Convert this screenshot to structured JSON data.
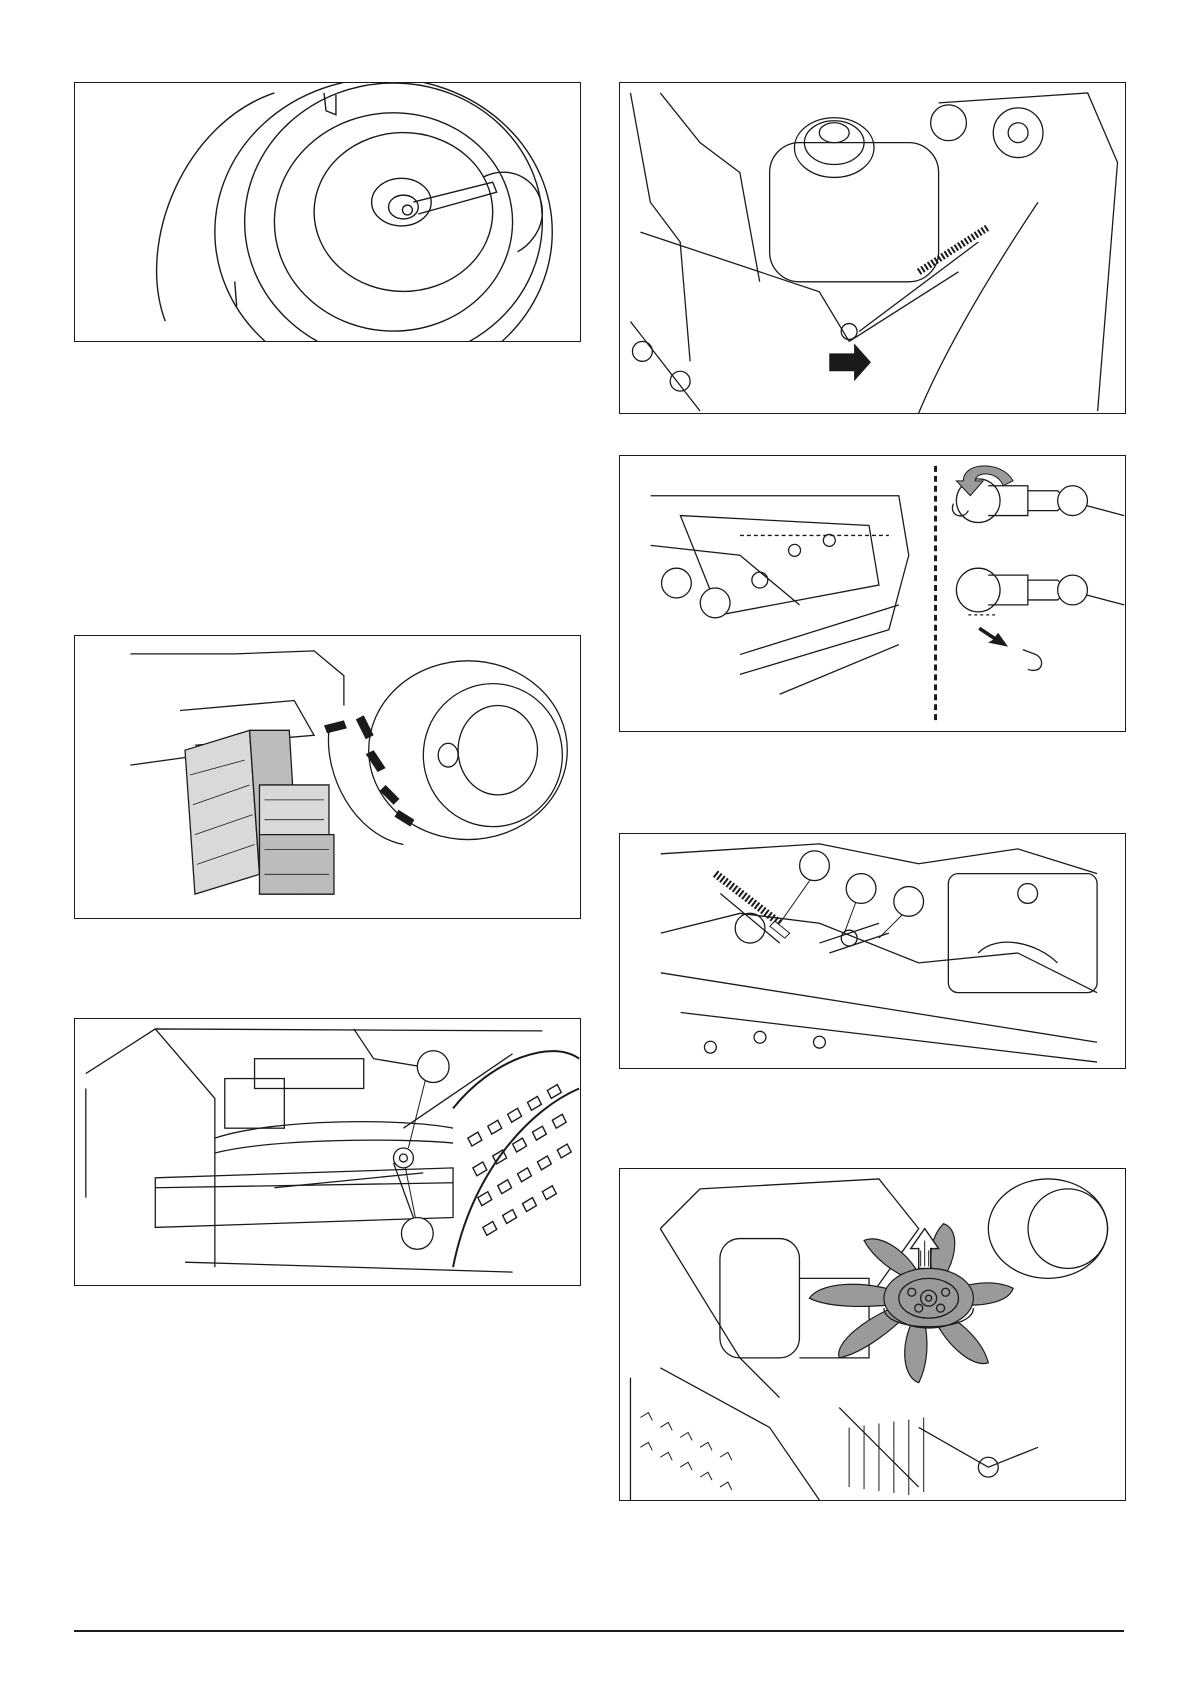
{
  "page": {
    "figures": [
      {
        "id": "fig-wheel-hub",
        "callouts": []
      },
      {
        "id": "fig-engine-spring-arrow",
        "callouts": []
      },
      {
        "id": "fig-cable-clip-split",
        "callouts": [
          "",
          "",
          "",
          ""
        ]
      },
      {
        "id": "fig-jack-wood-blocks",
        "callouts": []
      },
      {
        "id": "fig-spring-cable-linkage",
        "callouts": [
          "",
          "",
          ""
        ]
      },
      {
        "id": "fig-belt-cable-rear",
        "callouts": [
          "",
          ""
        ]
      },
      {
        "id": "fig-fan-removal-arrow",
        "callouts": []
      }
    ]
  },
  "colors": {
    "line": "#1a1a1a",
    "fill_grey": "#9a9a9a",
    "fill_light": "#d9d9d9"
  }
}
